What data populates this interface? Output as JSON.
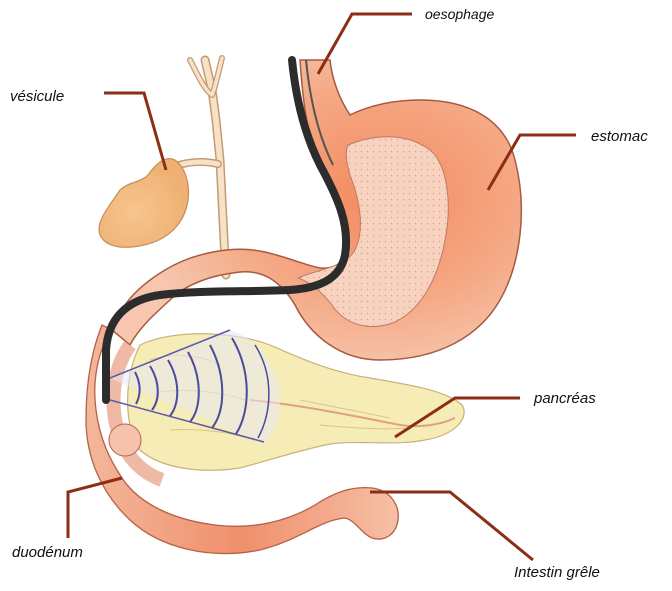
{
  "labels": {
    "oesophage": "oesophage",
    "vesicule": "vésicule",
    "estomac": "estomac",
    "pancreas": "pancréas",
    "duodenum": "duodénum",
    "intestin_grele": "Intestin grêle"
  },
  "colors": {
    "leader_line": "#8b2e14",
    "stomach": "#f0a07a",
    "stomach_inner": "#f7cfb8",
    "gallbladder": "#f2bd86",
    "pancreas": "#f7eeb8",
    "intestine": "#f0a888",
    "endoscope": "#333333",
    "ultrasound_wave": "#4a4aa0",
    "bile_duct": "#f3dcc0"
  }
}
